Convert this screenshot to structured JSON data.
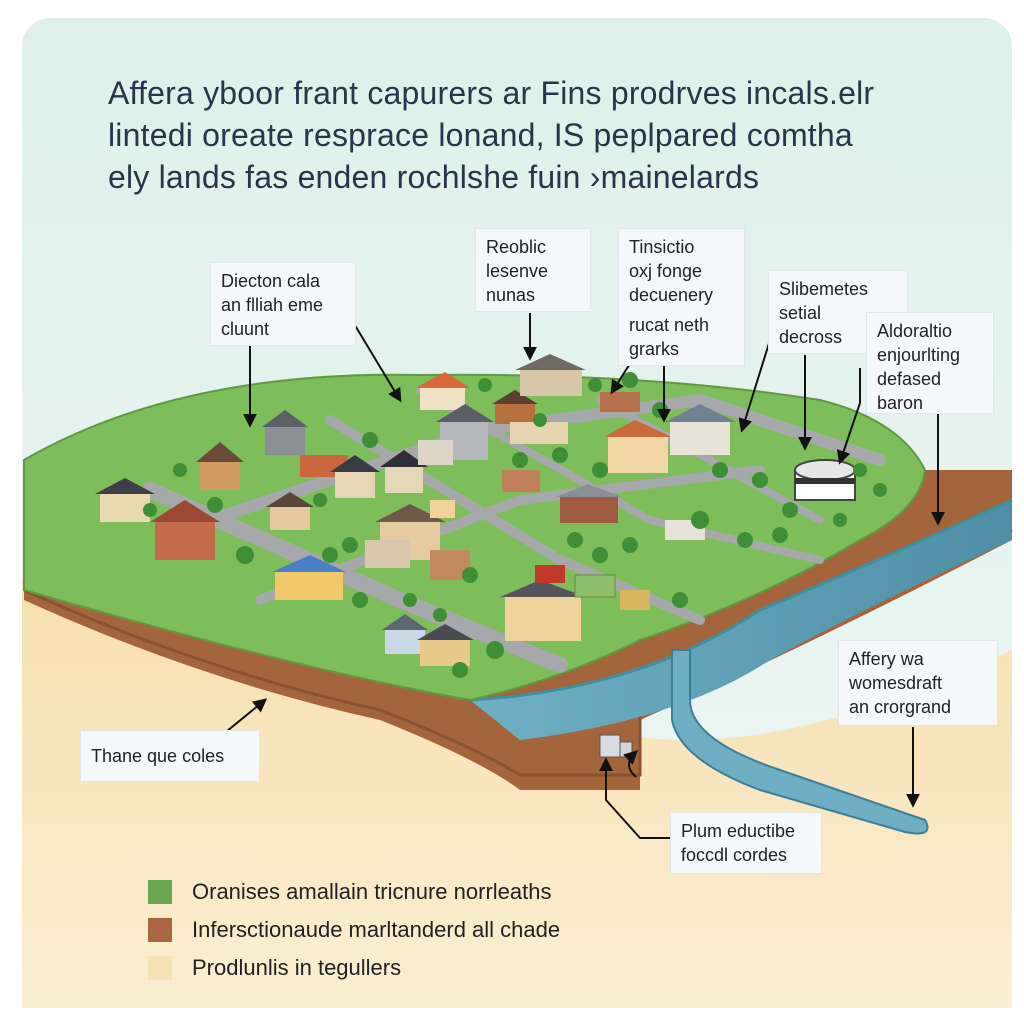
{
  "title_lines": [
    "Affera yboor frant capurers ar Fins prodrves incals.elr",
    "lintedi oreate resprace lonand, IS peplpared comtha",
    "ely lands fas enden rochlshe fuin ›mainelards"
  ],
  "callouts": [
    {
      "lines": [
        "Diecton cala",
        "an flliah eme",
        "cluunt"
      ]
    },
    {
      "lines": [
        "Reoblic",
        "lesenve",
        "nunas"
      ]
    },
    {
      "lines": [
        "Tinsictio",
        "oxj fonge",
        "decuenery",
        "rucat neth",
        "grarks"
      ]
    },
    {
      "lines": [
        "Slibemetes",
        "setial",
        "decross"
      ]
    },
    {
      "lines": [
        "Aldoraltio",
        "enjourlting",
        "defased",
        "baron"
      ]
    },
    {
      "lines": [
        "Affery wa",
        "womesdraft",
        "an crorgrand"
      ]
    },
    {
      "lines": [
        "Thane que coles"
      ]
    },
    {
      "lines": [
        "Plum eductibe",
        "foccdl cordes"
      ]
    }
  ],
  "legend": [
    {
      "label": "Oranises amallain tricnure norrleaths",
      "color": "#6aa84f"
    },
    {
      "label": "Infersctionaude marltanderd all chade",
      "color": "#a9683f"
    },
    {
      "label": "Prodlunlis in tegullers",
      "color": "#f6e3b4"
    }
  ],
  "colors": {
    "sky": "#e3f0ee",
    "grass": "#7fbf5b",
    "soil": "#a8683e",
    "sand": "#f5d9a6",
    "water": "#7fb8c9",
    "road": "#a9aaae"
  }
}
